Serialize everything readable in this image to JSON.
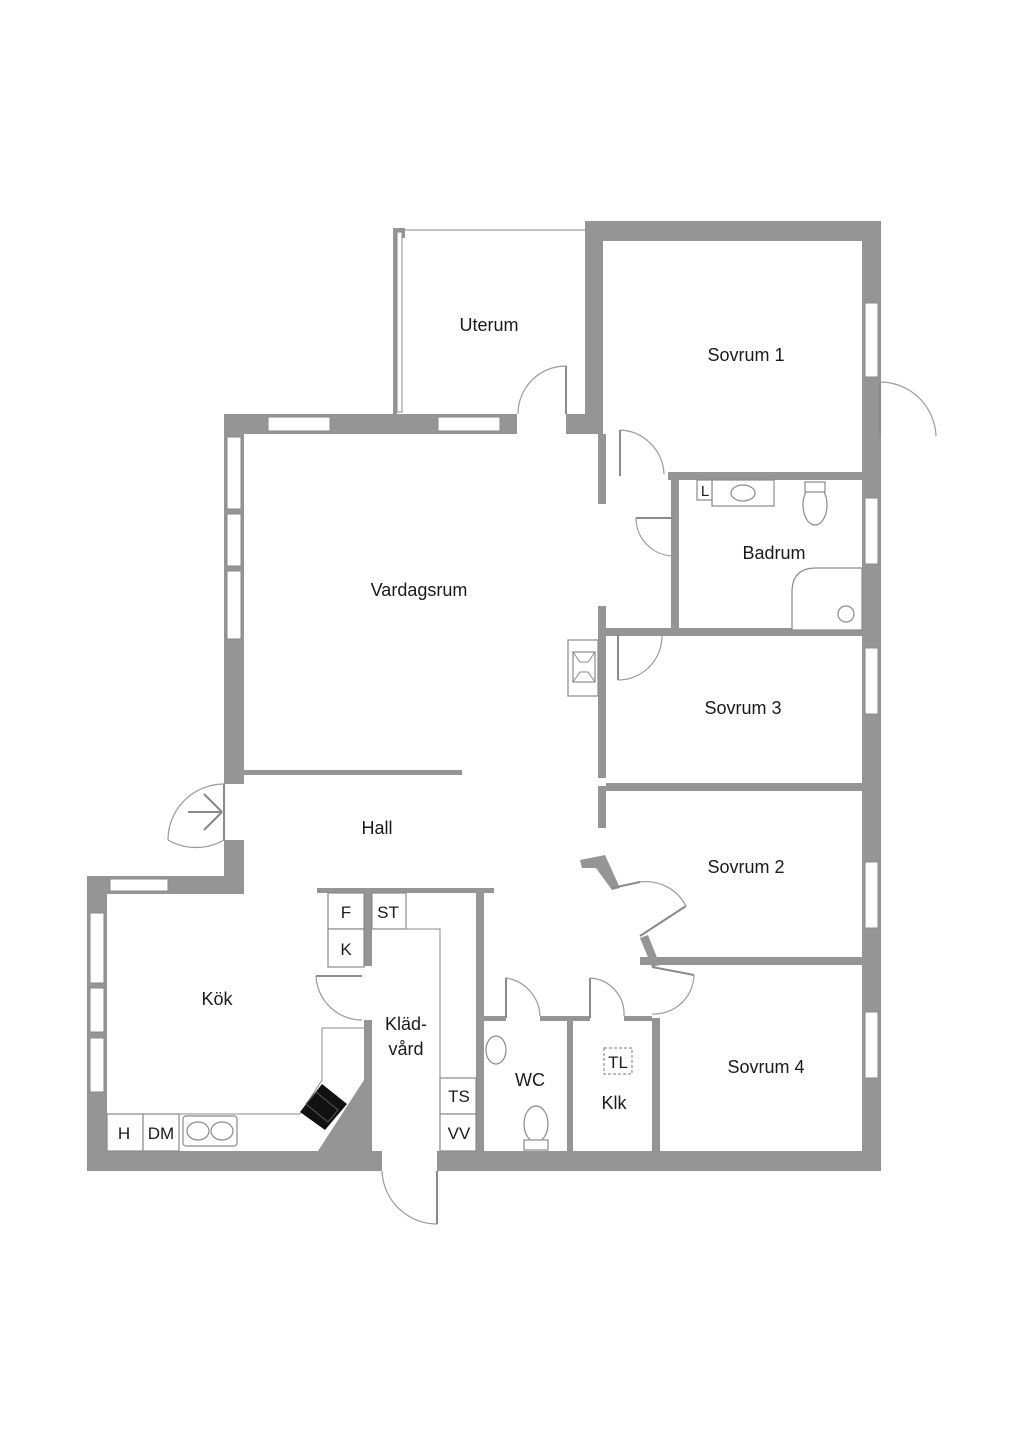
{
  "rooms": {
    "uterum": "Uterum",
    "sovrum1": "Sovrum 1",
    "badrum": "Badrum",
    "vardagsrum": "Vardagsrum",
    "sovrum3": "Sovrum 3",
    "hall": "Hall",
    "sovrum2": "Sovrum 2",
    "kok": "Kök",
    "kladvard_line1": "Kläd-",
    "kladvard_line2": "vård",
    "wc": "WC",
    "klk": "Klk",
    "sovrum4": "Sovrum 4"
  },
  "fixtures": {
    "f": "F",
    "k": "K",
    "st": "ST",
    "ts": "TS",
    "vv": "VV",
    "h": "H",
    "dm": "DM",
    "tl": "TL",
    "l": "L"
  },
  "colors": {
    "wall": "#959595",
    "background": "#ffffff"
  }
}
